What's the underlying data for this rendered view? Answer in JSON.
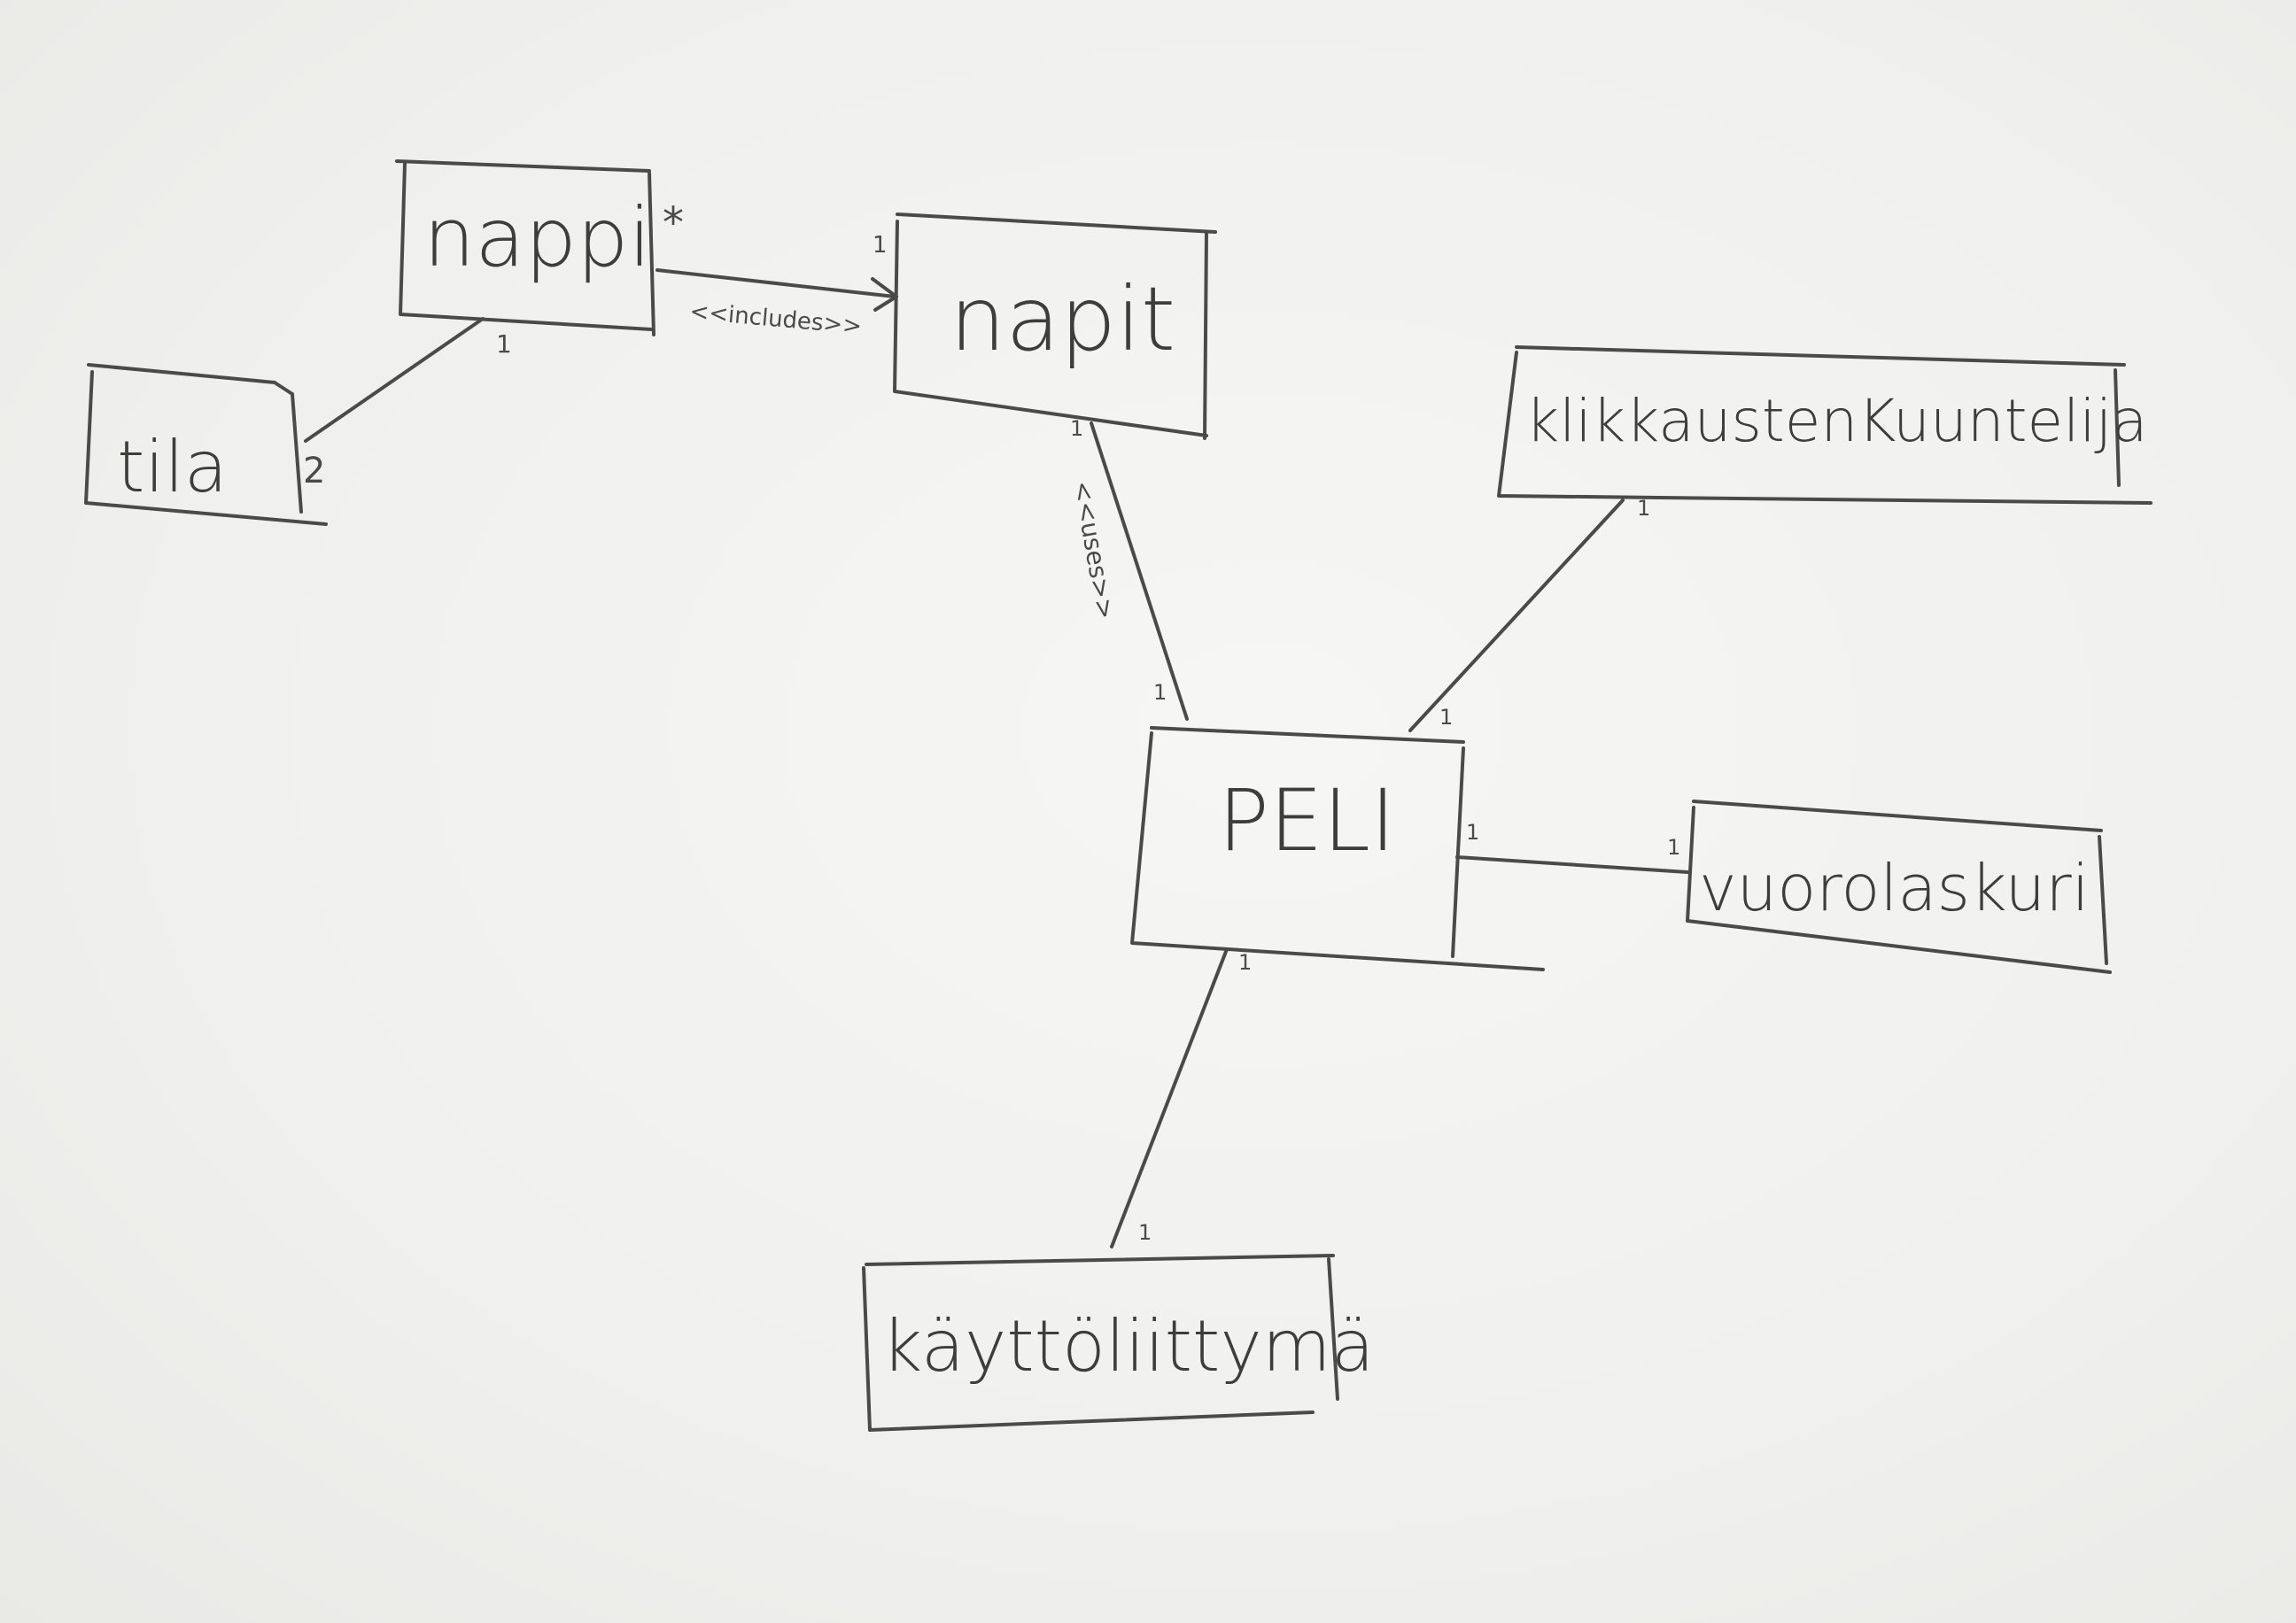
{
  "classes": {
    "nappi": "nappi",
    "tila": "tila",
    "napit": "napit",
    "klikkaustenkuuntelija": "klikkaustenKuuntelija",
    "peli": "PELI",
    "vuorolaskuri": "vuorolaskuri",
    "kayttoliittyma": "käyttöliittymä"
  },
  "relations": {
    "includes_label": "<<includes>>",
    "uses_label": "<<uses>>"
  },
  "multiplicities": {
    "nappi_star": "*",
    "nappi_one_to_tila": "1",
    "tila_two": "2",
    "napit_one_top": "1",
    "napit_one_bottom": "1",
    "peli_one_to_napit": "1",
    "peli_one_to_kuuntelija": "1",
    "kuuntelija_one": "1",
    "peli_one_to_vuoro": "1",
    "vuoro_one": "1",
    "peli_one_to_kayttoliittyma": "1",
    "kayttoliittyma_one": "1"
  }
}
